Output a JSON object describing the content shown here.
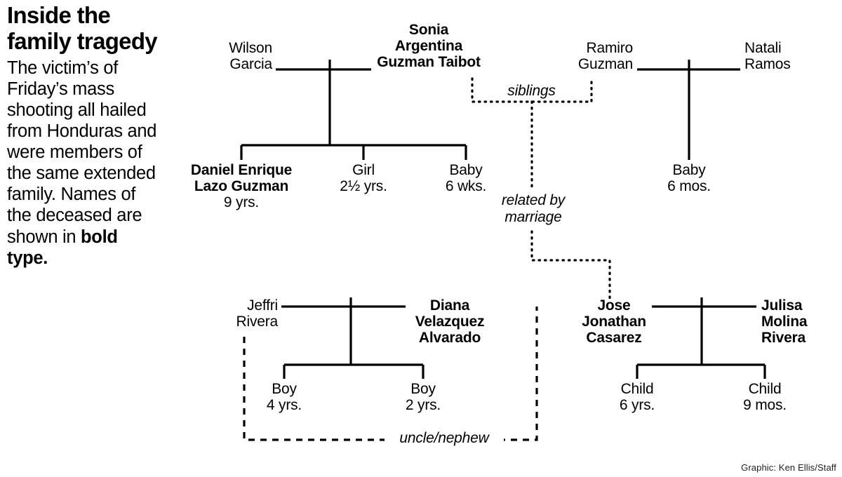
{
  "headline": "Inside the family tragedy",
  "deck": {
    "text_before": "The victim’s of Friday’s mass shooting all hailed from Honduras and were members of the same extended family. Names of the deceased are shown in ",
    "bold_part": "bold type.",
    "full": "The victim’s of Friday’s mass shooting all hailed from Honduras and were members of the same extended family. Names of the deceased are shown in bold type."
  },
  "credit": "Graphic: Ken Ellis/Staff",
  "colors": {
    "ink": "#000000",
    "background": "#ffffff"
  },
  "family_tree": {
    "people": [
      {
        "id": "wilson",
        "name": "Wilson\nGarcia",
        "deceased": false,
        "age": ""
      },
      {
        "id": "sonia",
        "name": "Sonia\nArgentina\nGuzman Taibot",
        "deceased": true,
        "age": ""
      },
      {
        "id": "ramiro",
        "name": "Ramiro\nGuzman",
        "deceased": false,
        "age": ""
      },
      {
        "id": "natali",
        "name": "Natali\nRamos",
        "deceased": false,
        "age": ""
      },
      {
        "id": "daniel",
        "name": "Daniel Enrique\nLazo Guzman",
        "deceased": true,
        "age": "9 yrs."
      },
      {
        "id": "girl",
        "name": "Girl",
        "deceased": false,
        "age": "2½ yrs."
      },
      {
        "id": "baby6w",
        "name": "Baby",
        "deceased": false,
        "age": "6 wks."
      },
      {
        "id": "baby6m",
        "name": "Baby",
        "deceased": false,
        "age": "6 mos."
      },
      {
        "id": "jeffri",
        "name": "Jeffri\nRivera",
        "deceased": false,
        "age": ""
      },
      {
        "id": "diana",
        "name": "Diana\nVelazquez\nAlvarado",
        "deceased": true,
        "age": ""
      },
      {
        "id": "jose",
        "name": "Jose\nJonathan\nCasarez",
        "deceased": true,
        "age": ""
      },
      {
        "id": "julisa",
        "name": "Julisa\nMolina\nRivera",
        "deceased": true,
        "age": ""
      },
      {
        "id": "boy4",
        "name": "Boy",
        "deceased": false,
        "age": "4 yrs."
      },
      {
        "id": "boy2",
        "name": "Boy",
        "deceased": false,
        "age": "2 yrs."
      },
      {
        "id": "child6",
        "name": "Child",
        "deceased": false,
        "age": "6 yrs."
      },
      {
        "id": "child9m",
        "name": "Child",
        "deceased": false,
        "age": "9 mos."
      }
    ],
    "relationship_labels": [
      {
        "id": "siblings",
        "text": "siblings",
        "style": "dotted"
      },
      {
        "id": "marriage",
        "text": "related by\nmarriage",
        "style": "dotted"
      },
      {
        "id": "uncle",
        "text": "uncle/nephew",
        "style": "dashed"
      }
    ]
  }
}
